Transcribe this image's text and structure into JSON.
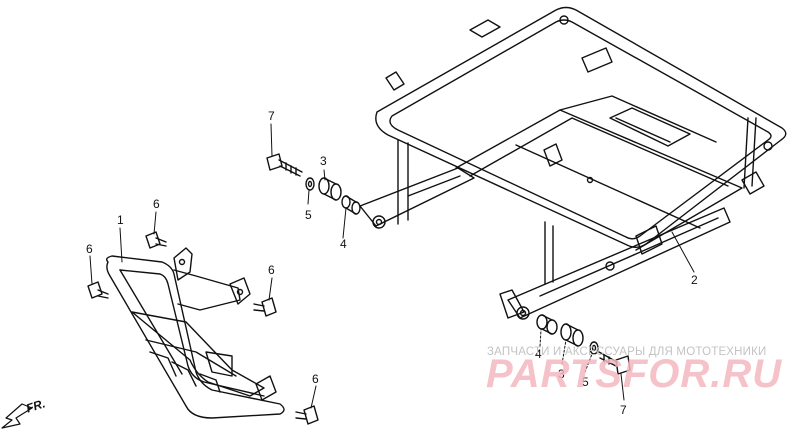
{
  "callouts": {
    "c1": "1",
    "c2": "2",
    "c3a": "3",
    "c3b": "3",
    "c4a": "4",
    "c4b": "4",
    "c5a": "5",
    "c5b": "5",
    "c6a": "6",
    "c6b": "6",
    "c6c": "6",
    "c6d": "6",
    "c7a": "7",
    "c7b": "7"
  },
  "orientation_label": "FR.",
  "watermark": {
    "tagline": "ЗАПЧАСТИ И АКСЕССУАРЫ ДЛЯ МОТОТЕХНИКИ",
    "brand": "PARTSFOR.RU"
  },
  "colors": {
    "line": "#111111",
    "watermark_brand": "#f3b8bf",
    "watermark_tagline": "#c3c3c3"
  }
}
